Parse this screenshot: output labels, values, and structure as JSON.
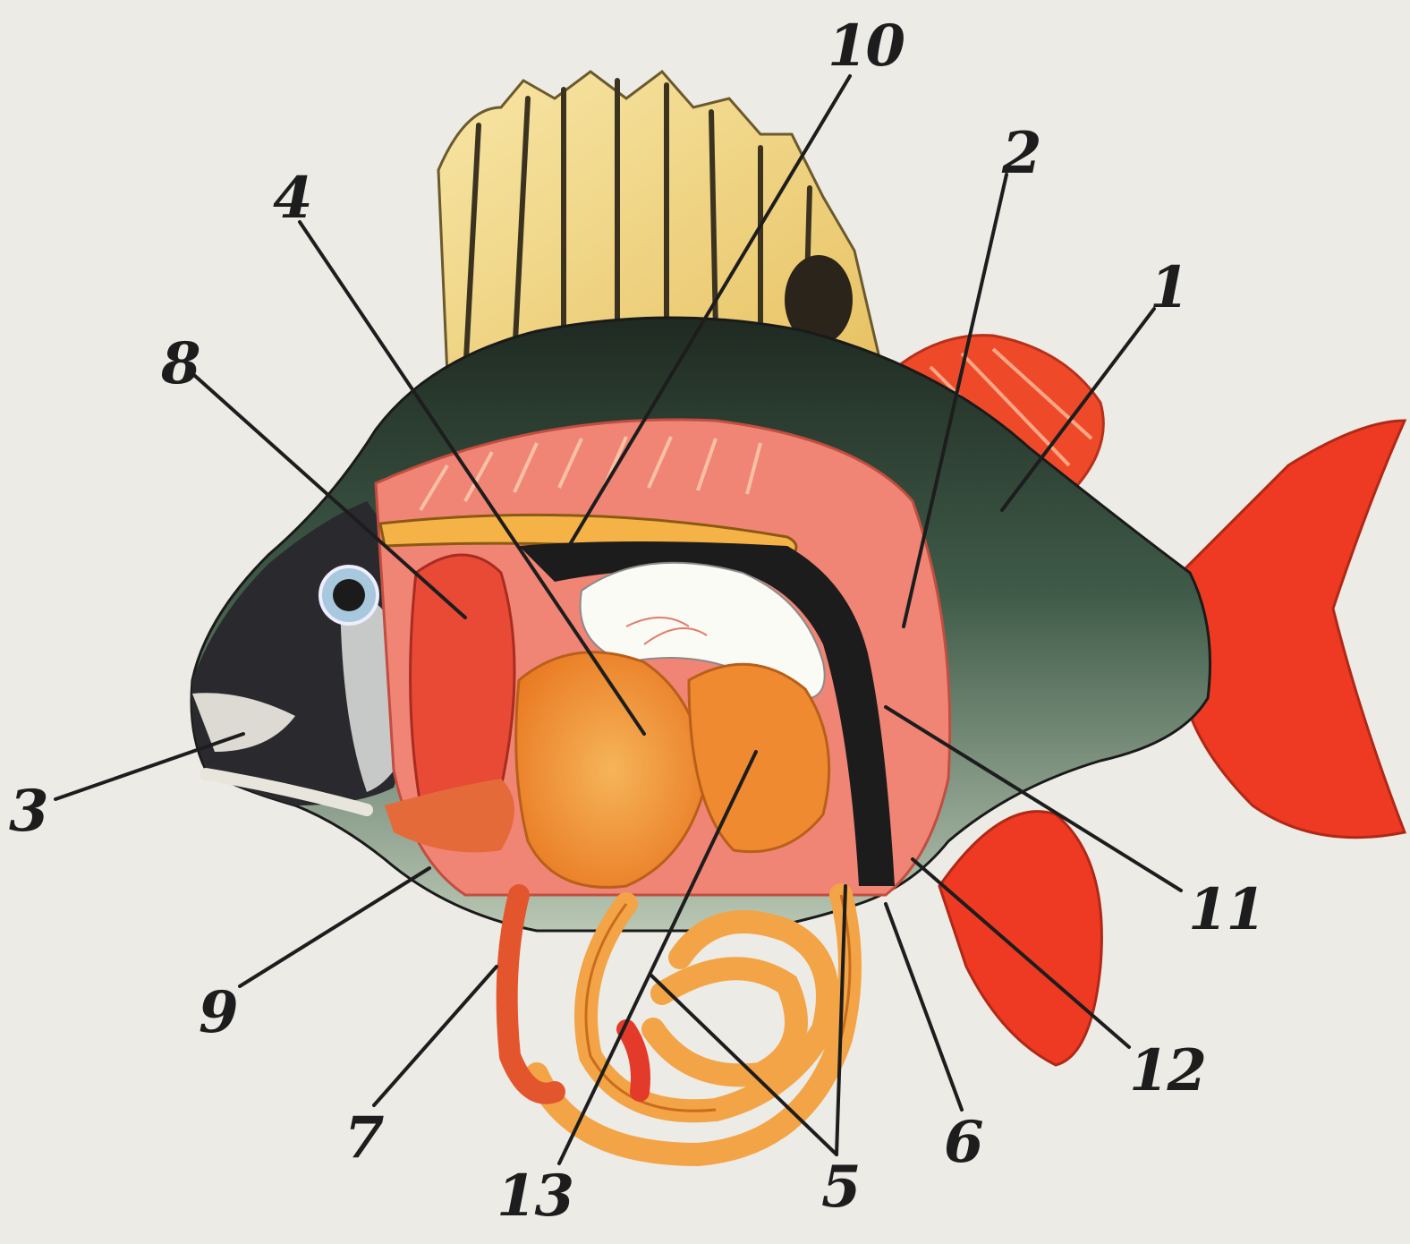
{
  "diagram": {
    "subject": "fish-internal-anatomy",
    "colors": {
      "background": "#ecebe6",
      "dorsal_fin": "#f2d98a",
      "body_dark": "#2e3a2c",
      "body_green": "#5c7a62",
      "fins": "#ee4a2a",
      "muscle": "#f08575",
      "gut": "#f4a53c",
      "swim_bladder": "#fbfbf5",
      "leader_line": "#1d1d1d"
    },
    "labels": [
      {
        "id": "1",
        "text": "1"
      },
      {
        "id": "2",
        "text": "2"
      },
      {
        "id": "3",
        "text": "3"
      },
      {
        "id": "4",
        "text": "4"
      },
      {
        "id": "5",
        "text": "5"
      },
      {
        "id": "6",
        "text": "6"
      },
      {
        "id": "7",
        "text": "7"
      },
      {
        "id": "8",
        "text": "8"
      },
      {
        "id": "9",
        "text": "9"
      },
      {
        "id": "10",
        "text": "10"
      },
      {
        "id": "11",
        "text": "11"
      },
      {
        "id": "12",
        "text": "12"
      },
      {
        "id": "13",
        "text": "13"
      }
    ]
  }
}
